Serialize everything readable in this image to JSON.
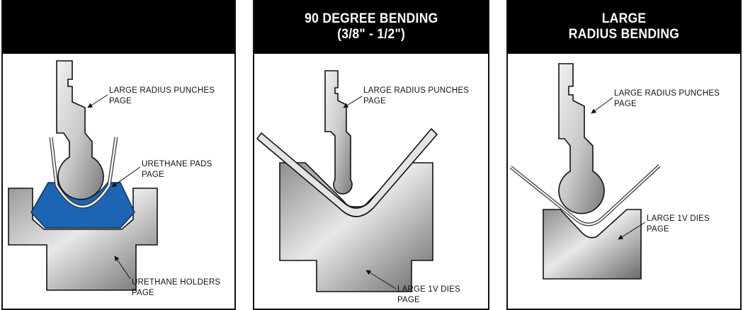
{
  "panels": [
    {
      "id": "urethane",
      "header": [
        "",
        ""
      ],
      "labels": [
        {
          "line1": "LARGE RADIUS PUNCHES",
          "line2": "PAGE"
        },
        {
          "line1": "URETHANE PADS",
          "line2": "PAGE"
        },
        {
          "line1": "URETHANE HOLDERS",
          "line2": "PAGE"
        }
      ]
    },
    {
      "id": "ninety-degree",
      "header": [
        "90 DEGREE BENDING",
        "(3/8\" - 1/2\")"
      ],
      "labels": [
        {
          "line1": "LARGE RADIUS PUNCHES",
          "line2": "PAGE"
        },
        {
          "line1": "LARGE 1V DIES",
          "line2": "PAGE"
        }
      ]
    },
    {
      "id": "large-radius",
      "header": [
        "LARGE",
        "RADIUS BENDING"
      ],
      "labels": [
        {
          "line1": "LARGE RADIUS PUNCHES",
          "line2": "PAGE"
        },
        {
          "line1": "LARGE 1V DIES",
          "line2": "PAGE"
        }
      ]
    }
  ],
  "colors": {
    "header_bg": "#000000",
    "header_text": "#ffffff",
    "steel_light": "#e6e6e6",
    "steel_dark": "#7d7d7d",
    "urethane_blue": "#1d64b4",
    "outline": "#111111"
  },
  "icons": [
    "arrow-leader-icon"
  ]
}
